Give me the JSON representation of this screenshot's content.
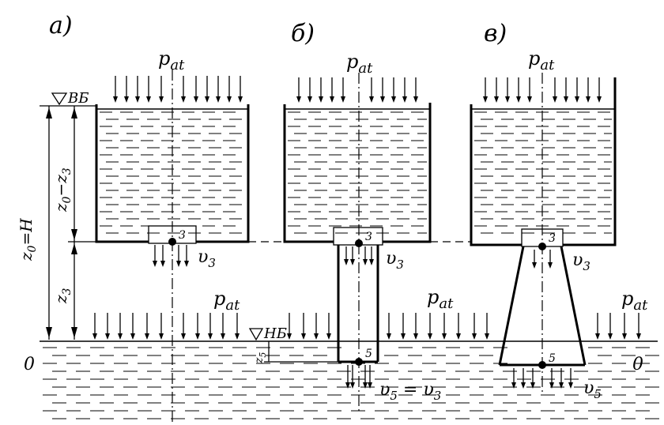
{
  "panels": {
    "a": {
      "label": "а)",
      "p_label": "p",
      "p_sub": "at",
      "point": "3",
      "vel": "υ",
      "vel_sub": "3"
    },
    "b": {
      "label": "б)",
      "p_label": "p",
      "p_sub": "at",
      "point_top": "3",
      "point_bottom": "5",
      "vel": "υ",
      "vel_sub": "3",
      "vel_eq": "υ",
      "vel_eq_sub1": "5",
      "vel_eq_sub2": "3"
    },
    "c": {
      "label": "в)",
      "p_label": "p",
      "p_sub": "at",
      "point_top": "3",
      "point_bottom": "5",
      "vel_top": "υ",
      "vel_top_sub": "3",
      "vel_bot": "υ",
      "vel_bot_sub": "5"
    }
  },
  "levels": {
    "upper": "ВБ",
    "lower": "НБ"
  },
  "dims": {
    "z0_H": "z",
    "z0_H_sub": "0",
    "z0_H_rest": "=H",
    "z0_minus_z3": "z",
    "z0_minus_z3_sub": "0",
    "z0_minus_z3_mid": "−z",
    "z0_minus_z3_sub2": "3",
    "z3": "z",
    "z3_sub": "3",
    "z5": "z",
    "z5_sub": "5"
  },
  "axis": {
    "left_zero": "0",
    "right_zero": "0"
  },
  "lower_atm": {
    "p_label": "p",
    "p_sub": "at"
  }
}
